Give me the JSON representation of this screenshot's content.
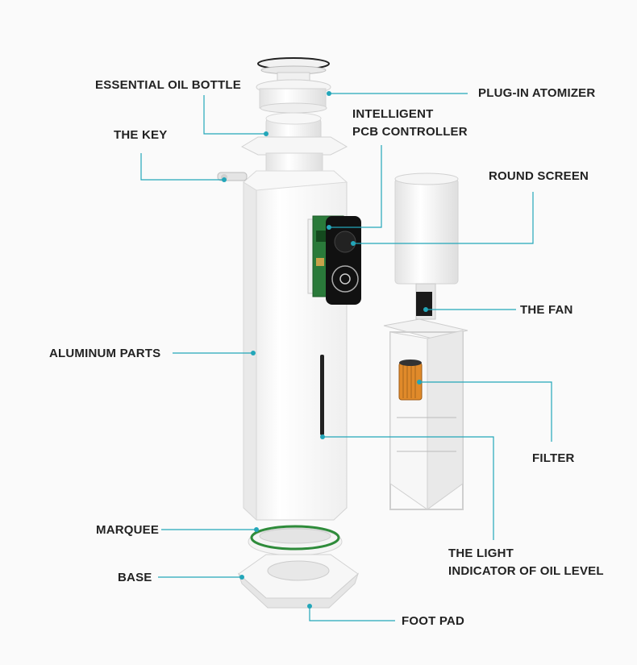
{
  "colors": {
    "leader_line": "#23a6b9",
    "label_text": "#222222",
    "background": "#fafafa",
    "body": "#ffffff",
    "panel": "#111111",
    "pcb": "#2a7a3a",
    "filter": "#e08a2a",
    "marquee": "#2e8b3a"
  },
  "labels": {
    "essential_oil_bottle": "ESSENTIAL OIL BOTTLE",
    "plug_in_atomizer": "PLUG-IN ATOMIZER",
    "intelligent_pcb_line1": "INTELLIGENT",
    "intelligent_pcb_line2": "PCB CONTROLLER",
    "the_key": "THE KEY",
    "round_screen": "ROUND SCREEN",
    "the_fan": "THE FAN",
    "aluminum_parts": "ALUMINUM PARTS",
    "filter": "FILTER",
    "marquee": "MARQUEE",
    "the_light_line1": "THE LIGHT",
    "the_light_line2": "INDICATOR OF OIL LEVEL",
    "base": "BASE",
    "foot_pad": "FOOT PAD"
  }
}
